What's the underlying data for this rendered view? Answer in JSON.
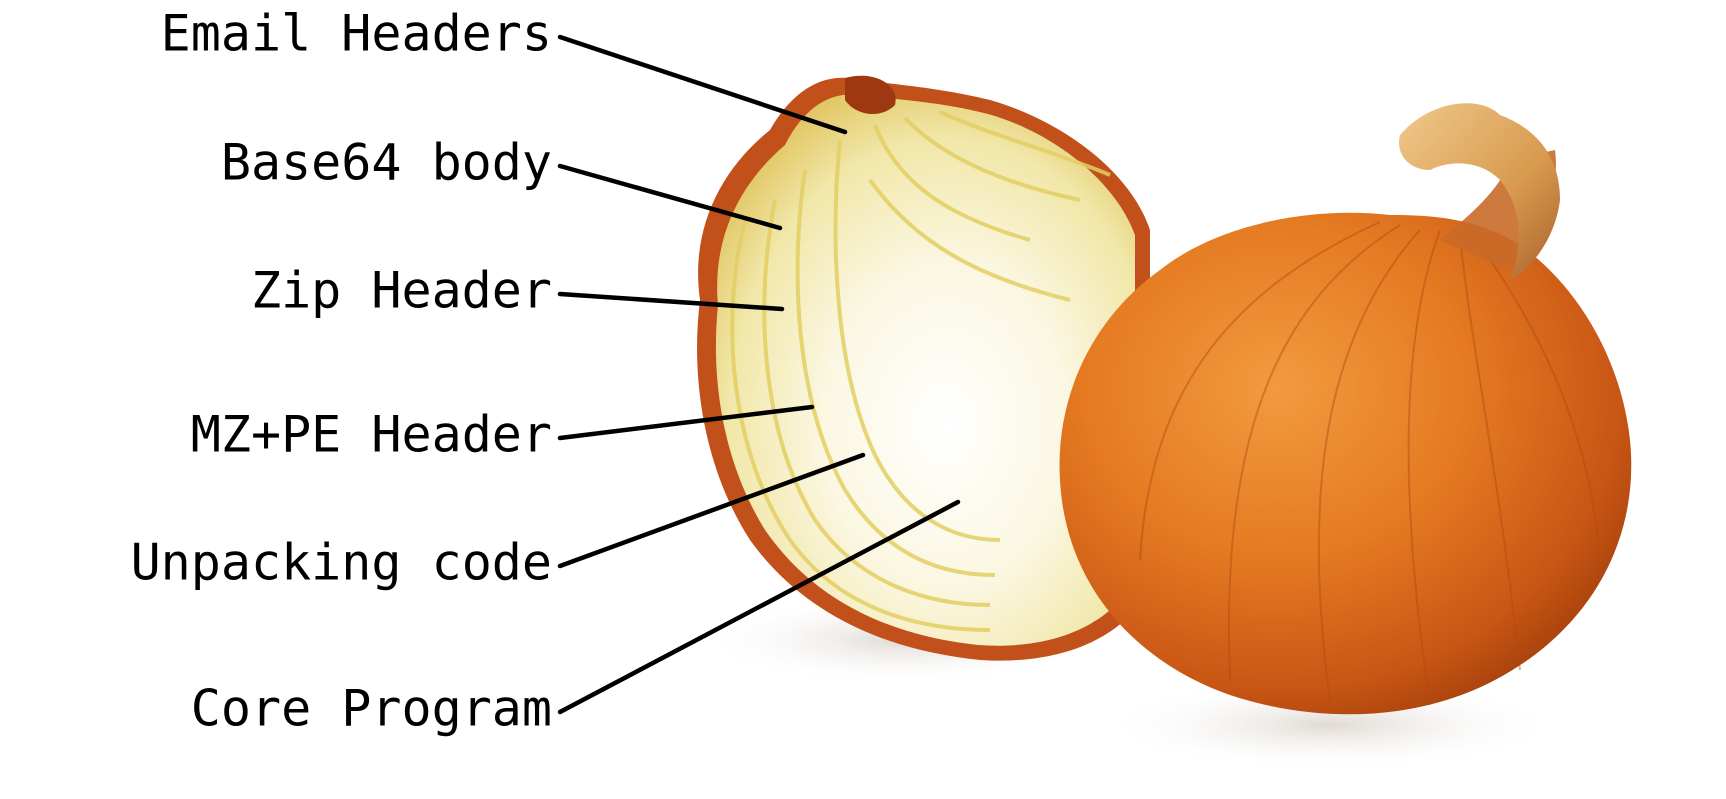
{
  "diagram": {
    "layers": [
      {
        "id": "email-headers",
        "label": "Email Headers"
      },
      {
        "id": "base64-body",
        "label": "Base64 body"
      },
      {
        "id": "zip-header",
        "label": "Zip Header"
      },
      {
        "id": "mz-pe-header",
        "label": "MZ+PE Header"
      },
      {
        "id": "unpacking-code",
        "label": "Unpacking code"
      },
      {
        "id": "core-program",
        "label": "Core Program"
      }
    ]
  },
  "colors": {
    "label_text": "#000000",
    "leader_line": "#000000",
    "onion_skin": "#e07a1f",
    "onion_skin_dark": "#b8420e",
    "onion_flesh": "#f7f2c4",
    "onion_rings": "#e6d66a",
    "background": "#ffffff"
  },
  "image": {
    "subject": "onion-illustration"
  }
}
